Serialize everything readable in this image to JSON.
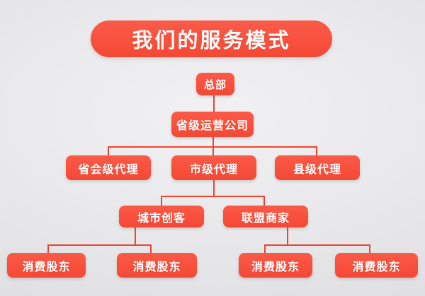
{
  "title": {
    "text": "我们的服务模式"
  },
  "org": {
    "nodes": [
      {
        "id": "hq",
        "label": "总部",
        "parent": null
      },
      {
        "id": "provincial-operator",
        "label": "省级运营公司",
        "parent": "hq"
      },
      {
        "id": "capital-agent",
        "label": "省会级代理",
        "parent": "provincial-operator"
      },
      {
        "id": "city-agent",
        "label": "市级代理",
        "parent": "provincial-operator"
      },
      {
        "id": "county-agent",
        "label": "县级代理",
        "parent": "provincial-operator"
      },
      {
        "id": "city-maker",
        "label": "城市创客",
        "parent": "city-agent"
      },
      {
        "id": "alliance-merchant",
        "label": "联盟商家",
        "parent": "city-agent"
      },
      {
        "id": "consumer-shareholder-1",
        "label": "消费股东",
        "parent": "city-maker"
      },
      {
        "id": "consumer-shareholder-2",
        "label": "消费股东",
        "parent": "city-maker"
      },
      {
        "id": "consumer-shareholder-3",
        "label": "消费股东",
        "parent": "alliance-merchant"
      },
      {
        "id": "consumer-shareholder-4",
        "label": "消费股东",
        "parent": "alliance-merchant"
      }
    ]
  },
  "colors": {
    "accent": "#f8503c",
    "connector": "#ee4430",
    "node_text": "#ffffff",
    "background": "#e6e6e8"
  }
}
